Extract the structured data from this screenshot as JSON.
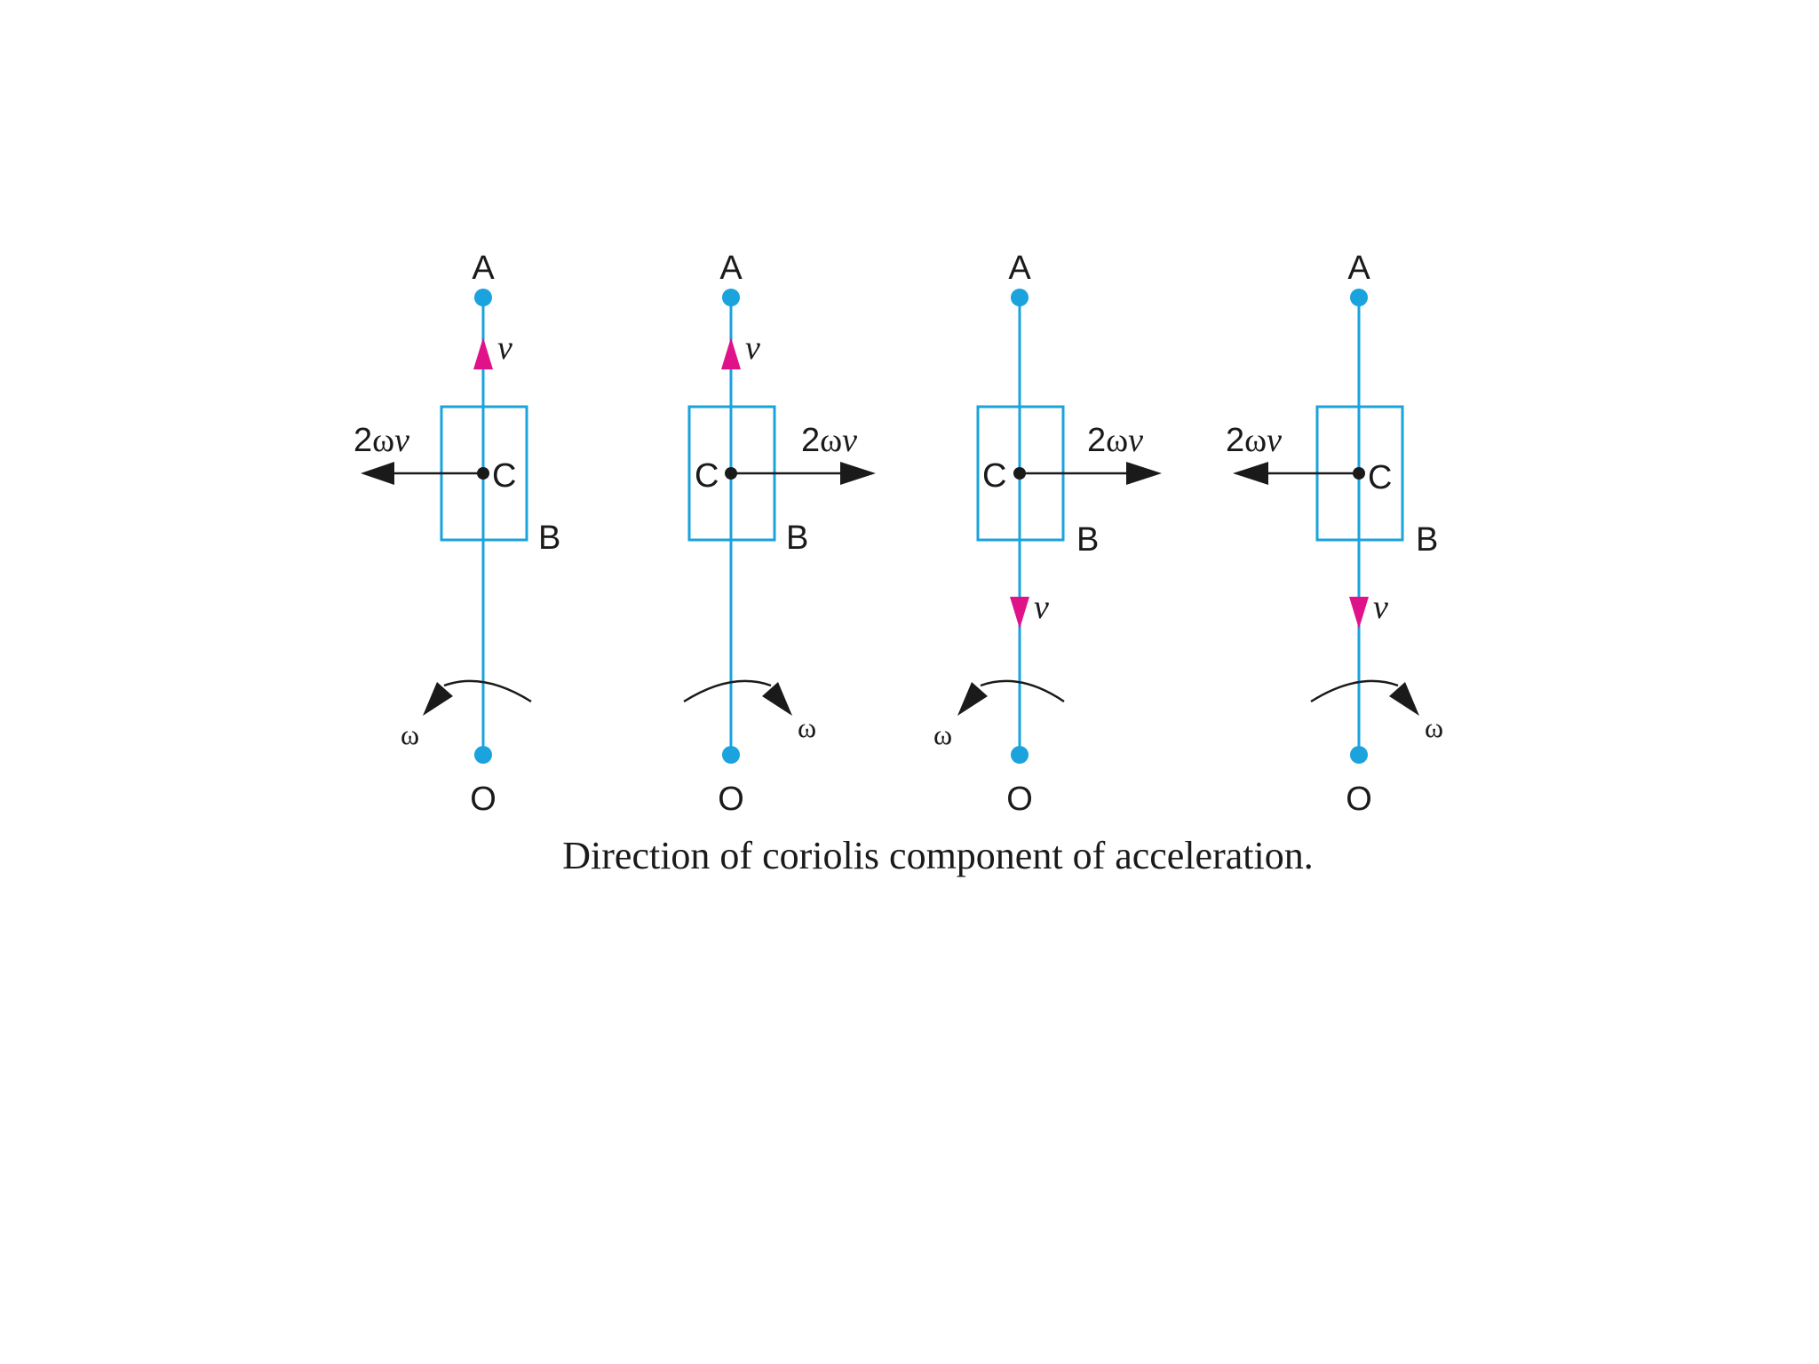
{
  "labels": {
    "top_point": "A",
    "bottom_point": "O",
    "slider": "B",
    "center": "C",
    "velocity": "v",
    "coriolis_prefix": "2",
    "coriolis_omega": "ω",
    "coriolis_suffix": "v",
    "angular": "ω"
  },
  "caption": "Direction of coriolis component of acceleration.",
  "colors": {
    "link": "#1aa3dd",
    "velocity": "#e0128a",
    "arrow": "#1a1a1a"
  },
  "cases": [
    {
      "velocity": "up (toward A)",
      "rotation": "counter-clockwise",
      "coriolis": "left"
    },
    {
      "velocity": "up (toward A)",
      "rotation": "clockwise",
      "coriolis": "right"
    },
    {
      "velocity": "down (toward O)",
      "rotation": "counter-clockwise",
      "coriolis": "right"
    },
    {
      "velocity": "down (toward O)",
      "rotation": "clockwise",
      "coriolis": "left"
    }
  ]
}
